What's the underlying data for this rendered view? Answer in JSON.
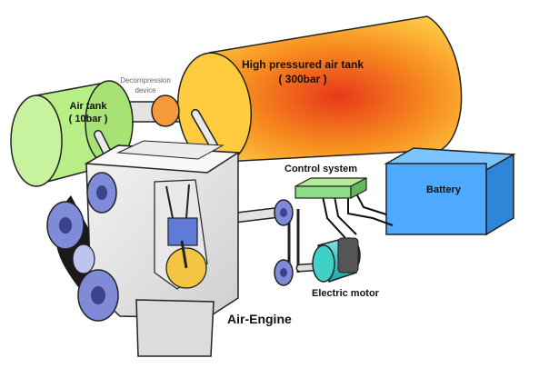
{
  "labels": {
    "high_pressure_tank_line1": "High pressured air tank",
    "high_pressure_tank_line2": "( 300bar )",
    "air_tank_line1": "Air tank",
    "air_tank_line2": "( 10bar )",
    "decompression_line1": "Decompression",
    "decompression_line2": "device",
    "control_system": "Control system",
    "battery": "Battery",
    "electric_motor": "Electric motor",
    "air_engine": "Air-Engine"
  },
  "colors": {
    "air_tank_fill": "#b7ee86",
    "high_pressure_tank_center": "#e8381a",
    "high_pressure_tank_edge": "#ffd34a",
    "battery_fill": "#4fa9ff",
    "control_box_fill": "#8fdc87",
    "motor_fill": "#3fd0c8",
    "pulley_fill": "#7f8ad9",
    "decompression_fill": "#f59a3a"
  }
}
